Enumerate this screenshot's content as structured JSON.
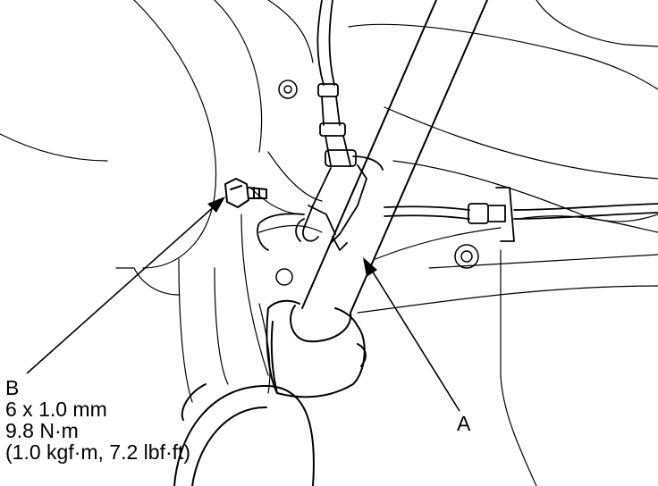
{
  "callouts": {
    "a": {
      "letter": "A"
    },
    "b": {
      "letter": "B",
      "size": "6 x 1.0 mm",
      "torque_nm": "9.8 N·m",
      "torque_alt": "(1.0 kgf·m, 7.2 lbf·ft)"
    }
  },
  "colors": {
    "line": "#000000",
    "background": "#ffffff"
  }
}
